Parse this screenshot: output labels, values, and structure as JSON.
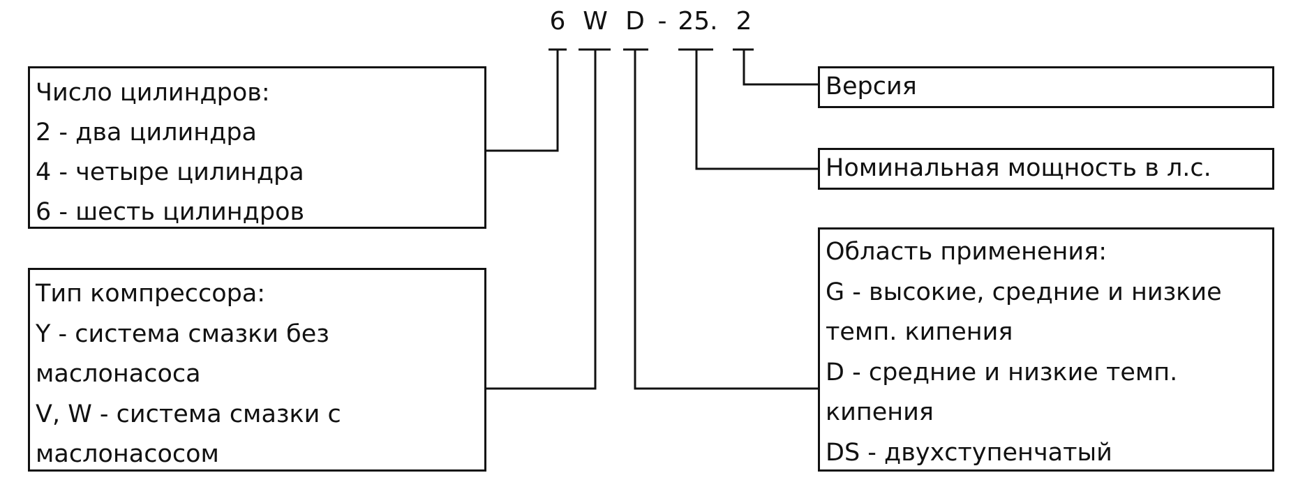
{
  "code": {
    "parts": [
      "6",
      "W",
      "D",
      "-",
      "25.",
      "2"
    ]
  },
  "cylinders": {
    "title": "Число цилиндров:",
    "items": [
      "2  - два цилиндра",
      "4  - четыре цилиндра",
      "6  - шесть цилиндров"
    ]
  },
  "compressor": {
    "title": "Тип компрессора:",
    "lines": [
      "Y  - система смазки без",
      "маслонасоса",
      "V, W - система смазки с",
      "маслонасосом"
    ]
  },
  "version": {
    "label": "Версия"
  },
  "power": {
    "label": "Номинальная мощность в л.с."
  },
  "application": {
    "title": "Область применения:",
    "lines": [
      "G - высокие, средние и низкие",
      "темп. кипения",
      "D - средние и низкие темп.",
      "кипения",
      "DS - двухступенчатый"
    ]
  },
  "colors": {
    "stroke": "#111111",
    "background": "#ffffff"
  }
}
